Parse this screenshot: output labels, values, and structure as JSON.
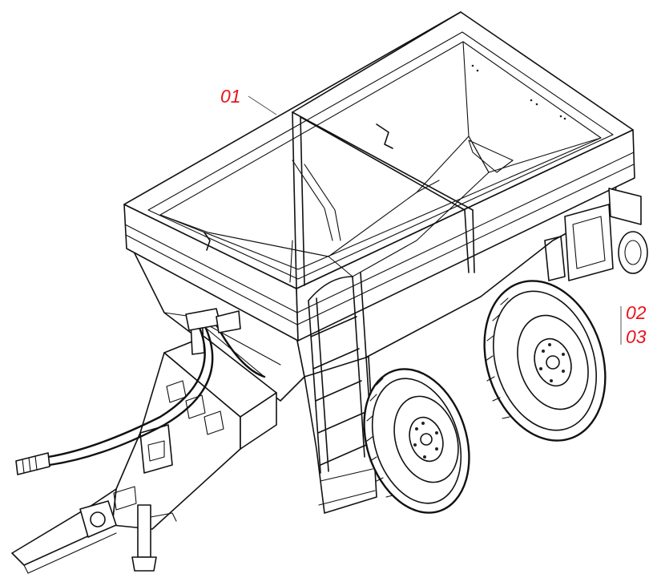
{
  "callouts": {
    "c1": "01",
    "c2": "02",
    "c3": "03"
  },
  "colors": {
    "callout": "#e8141c",
    "line": "#111111",
    "background": "#ffffff"
  }
}
